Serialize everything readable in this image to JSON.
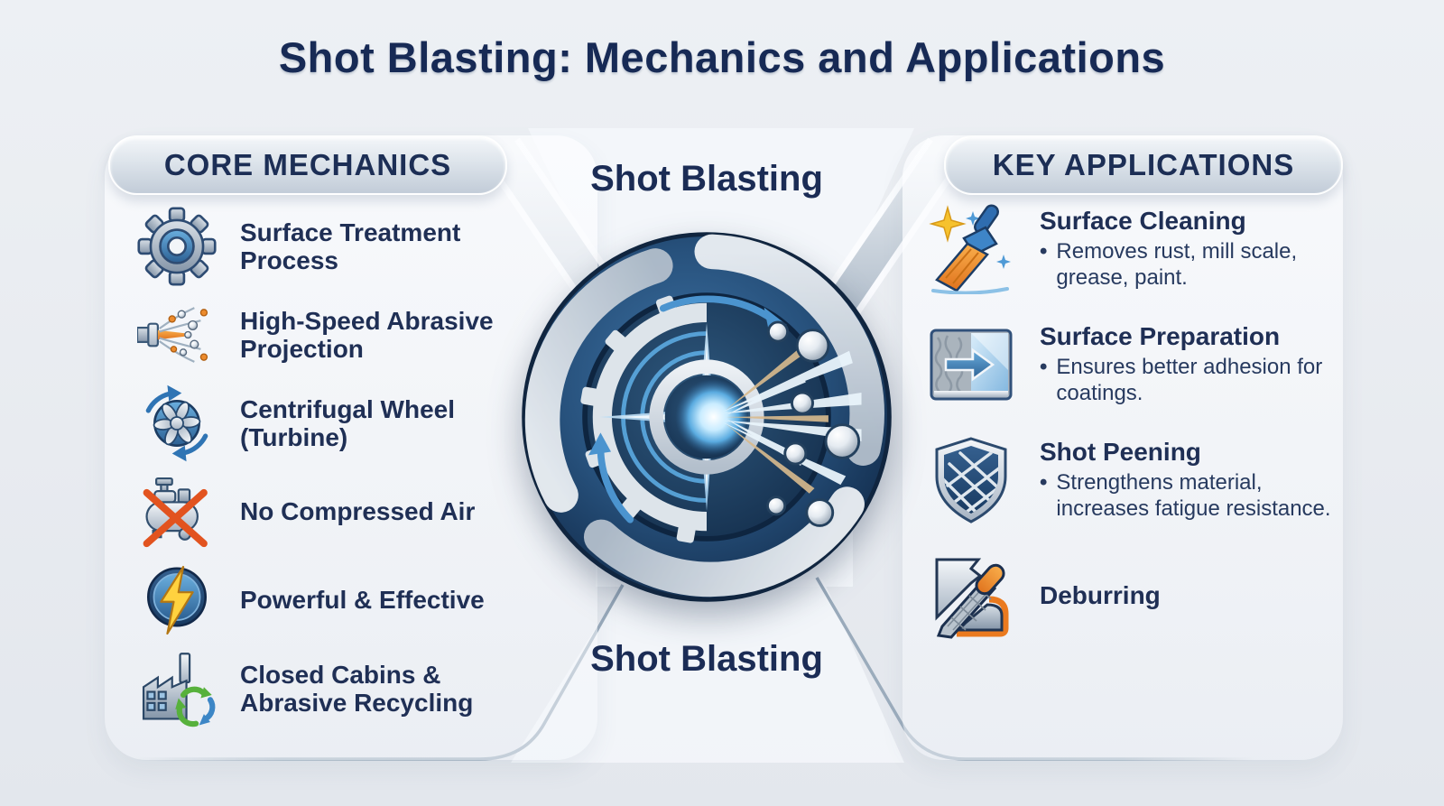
{
  "title": "Shot Blasting: Mechanics and Applications",
  "center": {
    "top_label": "Shot Blasting",
    "bottom_label": "Shot Blasting",
    "illustration": "shot-blasting-turbine-wheel"
  },
  "left_panel": {
    "header": "CORE MECHANICS",
    "items": [
      {
        "icon": "gear-icon",
        "label": "Surface Treatment Process"
      },
      {
        "icon": "nozzle-spray-icon",
        "label": "High-Speed Abrasive Projection"
      },
      {
        "icon": "turbine-wheel-icon",
        "label": "Centrifugal Wheel (Turbine)"
      },
      {
        "icon": "no-compressed-air-icon",
        "label": "No Compressed Air"
      },
      {
        "icon": "lightning-icon",
        "label": "Powerful & Effective"
      },
      {
        "icon": "factory-recycle-icon",
        "label": "Closed Cabins & Abrasive Recycling"
      }
    ]
  },
  "right_panel": {
    "header": "KEY APPLICATIONS",
    "items": [
      {
        "icon": "broom-sparkle-icon",
        "title": "Surface Cleaning",
        "bullet": "Removes rust, mill scale, grease, paint."
      },
      {
        "icon": "surface-prep-icon",
        "title": "Surface Preparation",
        "bullet": "Ensures better adhesion for coatings."
      },
      {
        "icon": "shield-mesh-icon",
        "title": "Shot Peening",
        "bullet": "Strengthens material, increases fatigue resistance."
      },
      {
        "icon": "file-tool-icon",
        "title": "Deburring"
      }
    ]
  },
  "colors": {
    "navy_text": "#1b2c55",
    "background": "#e8ebf0",
    "silver": "#c7d1db",
    "blue": "#2f6db0",
    "orange": "#e8761f",
    "yellow": "#ffd23f",
    "red_x": "#e2531f",
    "green": "#57b13c"
  }
}
